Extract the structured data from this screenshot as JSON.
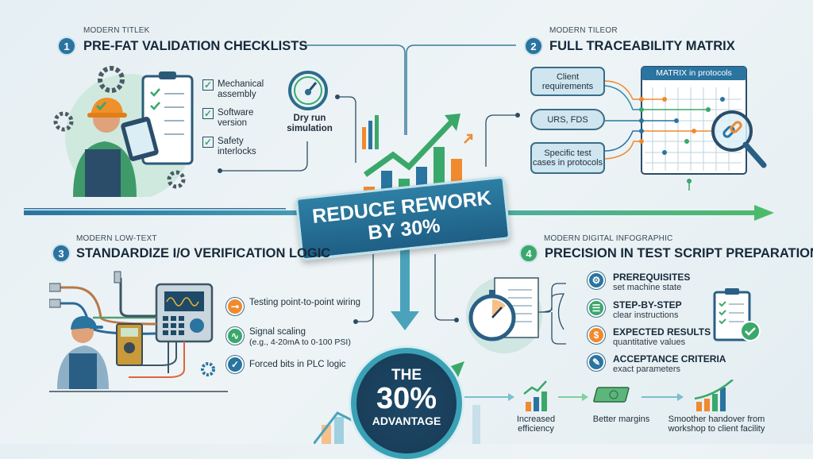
{
  "section1": {
    "number": "1",
    "label": "MODERN TITLEK",
    "title": "PRE-FAT VALIDATION CHECKLISTS",
    "checks": [
      "Mechanical assembly",
      "Software version",
      "Safety interlocks"
    ],
    "gauge_caption": "Dry run simulation"
  },
  "section2": {
    "number": "2",
    "label": "MODERN TILEOR",
    "title": "FULL TRACEABILITY MATRIX",
    "boxes": [
      "Client requirements",
      "URS, FDS",
      "Specific test cases in protocols"
    ],
    "matrix_header": "MATRIX in protocols"
  },
  "banner": {
    "line1": "REDUCE REWORK",
    "line2": "BY 30%"
  },
  "section3": {
    "number": "3",
    "label": "MODERN LOW-TEXT",
    "title": "STANDARDIZE I/O VERIFICATION LOGIC",
    "items": [
      {
        "text": "Testing point-to-point wiring",
        "color": "#f08a2e"
      },
      {
        "text": "Signal scaling",
        "sub": "(e.g., 4-20mA to 0-100 PSI)",
        "color": "#3aa86a"
      },
      {
        "text": "Forced bits in PLC logic",
        "color": "#2a74a0"
      }
    ]
  },
  "section4": {
    "number": "4",
    "label": "MODERN DIGITAL INFOGRAPHIC",
    "title": "PRECISION IN TEST SCRIPT PREPARATION",
    "items": [
      {
        "title": "PREREQUISITES",
        "sub": "set machine state",
        "icon": "⚙",
        "color": "#2a74a0"
      },
      {
        "title": "STEP-BY-STEP",
        "sub": "clear instructions",
        "icon": "☰",
        "color": "#3aa86a"
      },
      {
        "title": "EXPECTED RESULTS",
        "sub": "quantitative values",
        "icon": "$",
        "color": "#f08a2e"
      },
      {
        "title": "ACCEPTANCE CRITERIA",
        "sub": "exact parameters",
        "icon": "✎",
        "color": "#2a74a0"
      }
    ]
  },
  "advantage": {
    "line1": "THE",
    "line2": "30%",
    "line3": "ADVANTAGE",
    "benefits": [
      "Increased efficiency",
      "Better margins",
      "Smoother handover from workshop to client facility"
    ]
  }
}
